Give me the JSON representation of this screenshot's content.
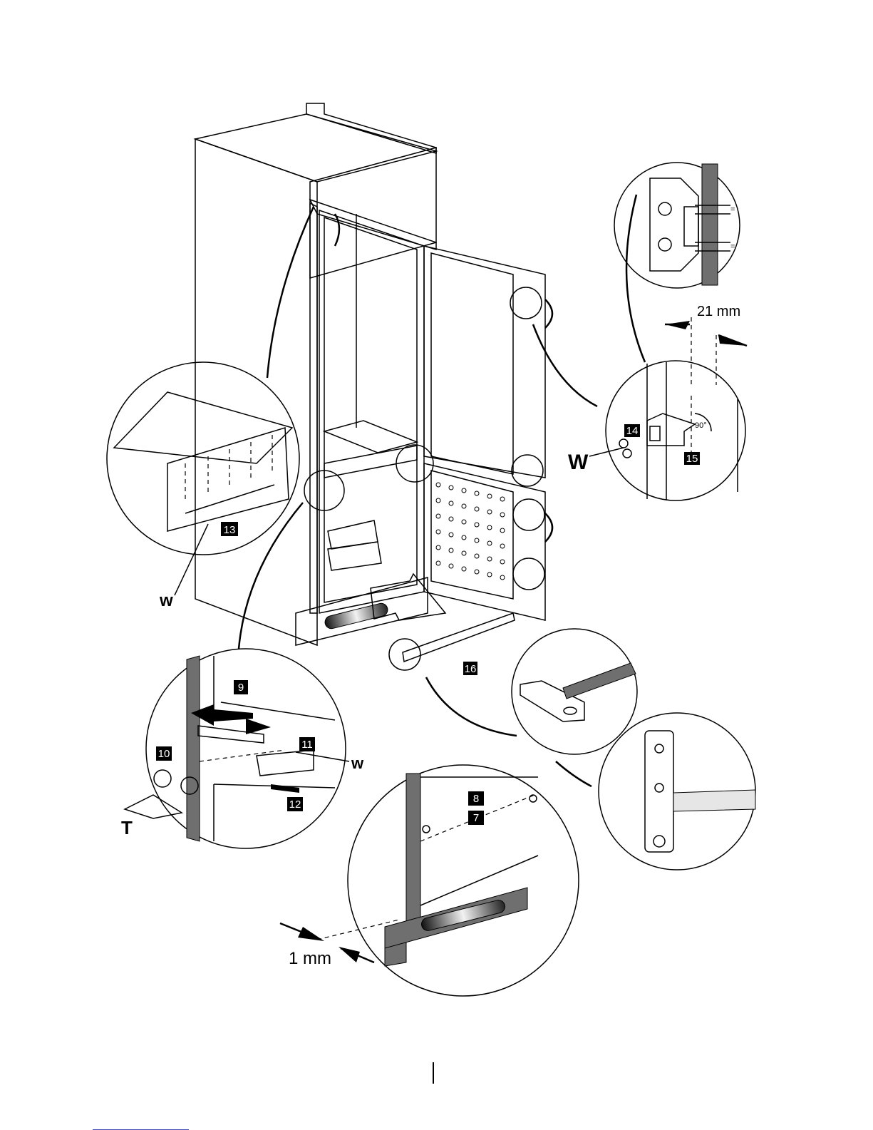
{
  "callouts": {
    "c7": "7",
    "c8": "8",
    "c9": "9",
    "c10": "10",
    "c11": "11",
    "c12": "12",
    "c13": "13",
    "c14": "14",
    "c15": "15",
    "c16": "16"
  },
  "letters": {
    "w_left": "w",
    "w_bottom": "w",
    "w_right": "W",
    "t_label": "T"
  },
  "dimensions": {
    "gap_21": "21 mm",
    "gap_1": "1 mm",
    "angle_90": "90°",
    "equal_sign": "="
  },
  "colors": {
    "cabinet_dark": "#6f6f6f",
    "cabinet_mid": "#a9a9a9",
    "cabinet_light": "#d6d6d6",
    "line": "#000000"
  }
}
